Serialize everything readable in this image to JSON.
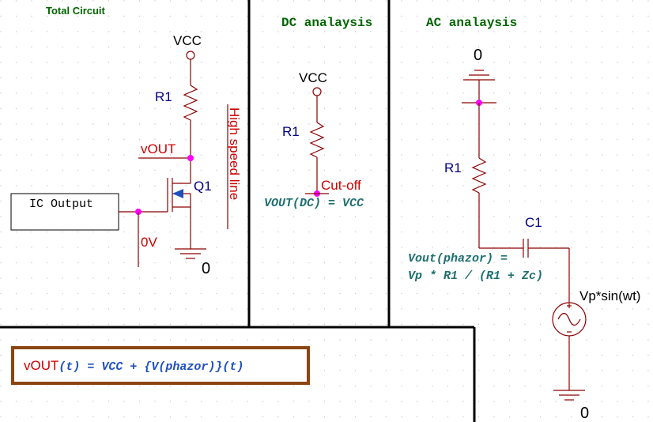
{
  "sections": {
    "total_circuit": "Total Circuit",
    "dc_analysis": "DC analaysis",
    "ac_analysis": "AC analaysis"
  },
  "total": {
    "vcc": "VCC",
    "r1": "R1",
    "vout": "vOUT",
    "q1": "Q1",
    "ic_output": "IC Output",
    "zero_v": "0V",
    "ground": "0",
    "high_speed": "High speed line"
  },
  "dc": {
    "vcc": "VCC",
    "r1": "R1",
    "cutoff": "Cut-off",
    "equation": "VOUT(DC) = VCC"
  },
  "ac": {
    "top_ground": "0",
    "r1": "R1",
    "c1": "C1",
    "eq_line1": "Vout(phazor) =",
    "eq_line2": "Vp * R1 / (R1 + Zc)",
    "source": "Vp*sin(wt)",
    "ground": "0"
  },
  "result": {
    "prefix": "vOUT",
    "rest": "(t) = VCC + {V(phazor)}(t)"
  },
  "colors": {
    "wire": "#8b0000",
    "node": "#ff00ff",
    "label": "#000080",
    "header": "#006400",
    "box_border": "#8b4513"
  }
}
